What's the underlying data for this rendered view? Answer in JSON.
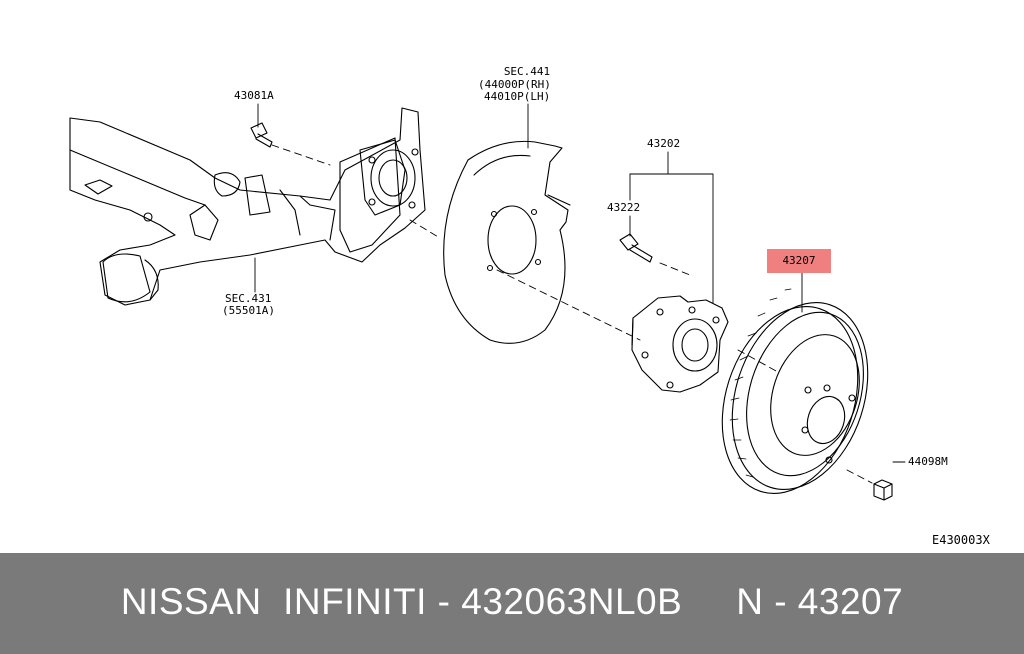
{
  "diagram": {
    "labels": {
      "sec441_title": "SEC.441",
      "sec441_rh": "(44000P(RH)",
      "sec441_lh": "44010P(LH)",
      "part_43081a": "43081A",
      "part_43202": "43202",
      "part_43222": "43222",
      "part_43207": "43207",
      "sec431_title": "SEC.431",
      "sec431_sub": "(55501A)",
      "part_44098m": "44098M",
      "diagram_code": "E430003X"
    },
    "highlight_color": "#f08080"
  },
  "footer": {
    "text": "NISSAN  INFINITI - 432063NL0B     N - 43207",
    "background": "#7a7a7a"
  }
}
